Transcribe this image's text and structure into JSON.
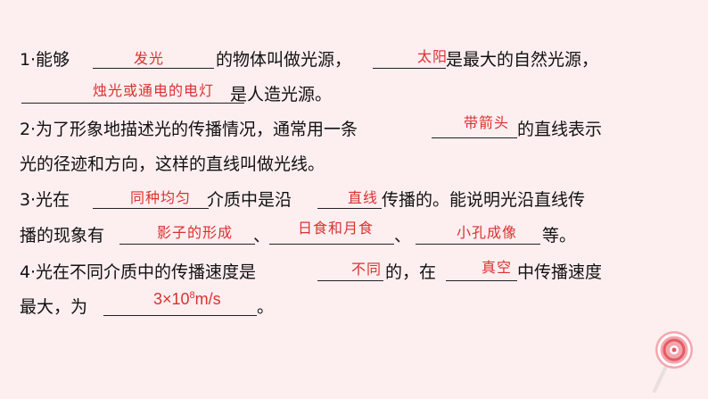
{
  "q1": {
    "num": "1",
    "t1": "·能够",
    "a1": "发光",
    "t2": "的物体叫做光源，",
    "a2": "太阳",
    "t3": "是最大的自然光源，",
    "a3": "烛光或通电的电灯",
    "t4": "是人造光源。"
  },
  "q2": {
    "num": "2",
    "t1": "·为了形象地描述光的传播情况，通常用一条",
    "a1": "带箭头",
    "t2": "的直线表示",
    "t3": "光的径迹和方向，这样的直线叫做光线。"
  },
  "q3": {
    "num": "3",
    "t1": "·光在",
    "a1": "同种均匀",
    "t2": "介质中是沿",
    "a2": "直线",
    "t3": "传播的。能说明光沿直线传",
    "t4": "播的现象有",
    "a3": "影子的形成",
    "sep1": "、",
    "a4": "日食和月食",
    "sep2": "、",
    "a5": "小孔成像",
    "t5": "等。"
  },
  "q4": {
    "num": "4",
    "t1": "·光在不同介质中的传播速度是",
    "a1": "不同",
    "t2": "的，在",
    "a2": "真空",
    "t3": "中传播速度",
    "t4": "最大，为",
    "a3_base": "3×10",
    "a3_exp": "8",
    "a3_unit": "m/s",
    "t5": "。"
  },
  "colors": {
    "background": "#fdeef0",
    "answer": "#d8332f",
    "text": "#111111"
  },
  "decoration": {
    "icon": "lollipop-icon"
  }
}
